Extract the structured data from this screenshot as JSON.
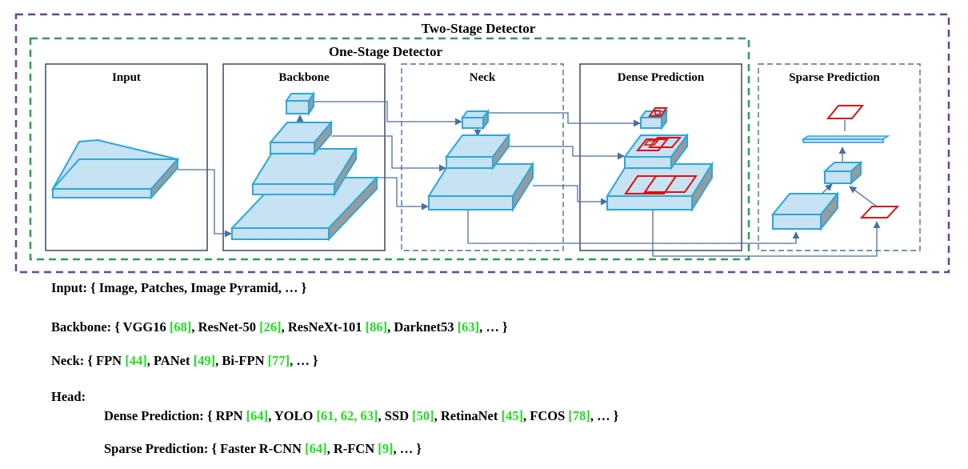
{
  "diagram": {
    "two_stage_title": "Two-Stage Detector",
    "one_stage_title": "One-Stage Detector",
    "panels": {
      "input": "Input",
      "backbone": "Backbone",
      "neck": "Neck",
      "dense": "Dense Prediction",
      "sparse": "Sparse Prediction"
    },
    "colors": {
      "two_stage_border": "#6b3fa0",
      "one_stage_border": "#2ca05a",
      "block_fill": "#c6e2f3",
      "block_stroke": "#2aa7df",
      "block_side": "#9a9a9a",
      "arrow": "#4a6fa0",
      "box_red": "#e01010",
      "reference_green": "#22dd22"
    }
  },
  "legend": {
    "input": {
      "label": "Input:",
      "text": "{ Image, Patches, Image Pyramid, … }"
    },
    "backbone": {
      "label": "Backbone:",
      "open": "{ ",
      "items": [
        {
          "name": "VGG16",
          "ref": "[68]"
        },
        {
          "name": "ResNet-50",
          "ref": "[26]"
        },
        {
          "name": "ResNeXt-101",
          "ref": "[86]"
        },
        {
          "name": "Darknet53",
          "ref": "[63]"
        }
      ],
      "close": ", … }"
    },
    "neck": {
      "label": "Neck:",
      "open": "{ ",
      "items": [
        {
          "name": "FPN",
          "ref": "[44]"
        },
        {
          "name": "PANet",
          "ref": "[49]"
        },
        {
          "name": "Bi-FPN",
          "ref": "[77]"
        }
      ],
      "close": ", … }"
    },
    "head": {
      "label": "Head:"
    },
    "dense": {
      "label": "Dense Prediction:",
      "open": "{ ",
      "items": [
        {
          "name": "RPN",
          "ref": "[64]"
        },
        {
          "name": "YOLO",
          "ref": "[61, 62, 63]"
        },
        {
          "name": "SSD",
          "ref": "[50]"
        },
        {
          "name": "RetinaNet",
          "ref": "[45]"
        },
        {
          "name": "FCOS",
          "ref": "[78]"
        }
      ],
      "close": ", … }"
    },
    "sparse": {
      "label": "Sparse Prediction:",
      "open": "{ ",
      "items": [
        {
          "name": "Faster R-CNN",
          "ref": "[64]"
        },
        {
          "name": " R-FCN",
          "ref": "[9]"
        }
      ],
      "close": ", … }"
    }
  }
}
